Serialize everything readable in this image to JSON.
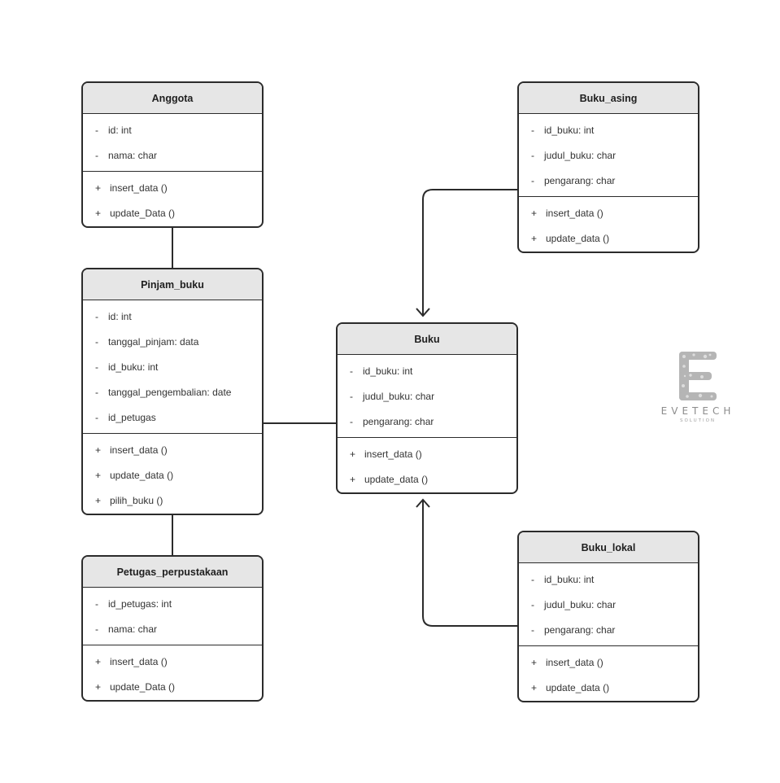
{
  "classes": {
    "anggota": {
      "name": "Anggota",
      "attributes": [
        {
          "sym": "-",
          "text": "id: int"
        },
        {
          "sym": "-",
          "text": "nama: char"
        }
      ],
      "operations": [
        {
          "sym": "+",
          "text": "insert_data ()"
        },
        {
          "sym": "+",
          "text": "update_Data ()"
        }
      ]
    },
    "pinjam_buku": {
      "name": "Pinjam_buku",
      "attributes": [
        {
          "sym": "-",
          "text": "id: int"
        },
        {
          "sym": "-",
          "text": "tanggal_pinjam: data"
        },
        {
          "sym": "-",
          "text": "id_buku: int"
        },
        {
          "sym": "-",
          "text": "tanggal_pengembalian: date"
        },
        {
          "sym": "-",
          "text": "id_petugas"
        }
      ],
      "operations": [
        {
          "sym": "+",
          "text": "insert_data ()"
        },
        {
          "sym": "+",
          "text": "update_data ()"
        },
        {
          "sym": "+",
          "text": "pilih_buku ()"
        }
      ]
    },
    "petugas": {
      "name": "Petugas_perpustakaan",
      "attributes": [
        {
          "sym": "-",
          "text": "id_petugas: int"
        },
        {
          "sym": "-",
          "text": "nama: char"
        }
      ],
      "operations": [
        {
          "sym": "+",
          "text": "insert_data ()"
        },
        {
          "sym": "+",
          "text": "update_Data ()"
        }
      ]
    },
    "buku": {
      "name": "Buku",
      "attributes": [
        {
          "sym": "-",
          "text": "id_buku: int"
        },
        {
          "sym": "-",
          "text": "judul_buku: char"
        },
        {
          "sym": "-",
          "text": "pengarang: char"
        }
      ],
      "operations": [
        {
          "sym": "+",
          "text": "insert_data ()"
        },
        {
          "sym": "+",
          "text": "update_data ()"
        }
      ]
    },
    "buku_asing": {
      "name": "Buku_asing",
      "attributes": [
        {
          "sym": "-",
          "text": "id_buku: int"
        },
        {
          "sym": "-",
          "text": "judul_buku: char"
        },
        {
          "sym": "-",
          "text": "pengarang: char"
        }
      ],
      "operations": [
        {
          "sym": "+",
          "text": "insert_data ()"
        },
        {
          "sym": "+",
          "text": "update_data ()"
        }
      ]
    },
    "buku_lokal": {
      "name": "Buku_lokal",
      "attributes": [
        {
          "sym": "-",
          "text": "id_buku: int"
        },
        {
          "sym": "-",
          "text": "judul_buku: char"
        },
        {
          "sym": "-",
          "text": "pengarang: char"
        }
      ],
      "operations": [
        {
          "sym": "+",
          "text": "insert_data ()"
        },
        {
          "sym": "+",
          "text": "update_data ()"
        }
      ]
    }
  },
  "logo": {
    "wordmark": "EVETECH",
    "subtitle": "SOLUTION"
  },
  "colors": {
    "border": "#2b2b2b",
    "header_fill": "#e6e6e6",
    "logo_gray": "#8c8c8c"
  }
}
